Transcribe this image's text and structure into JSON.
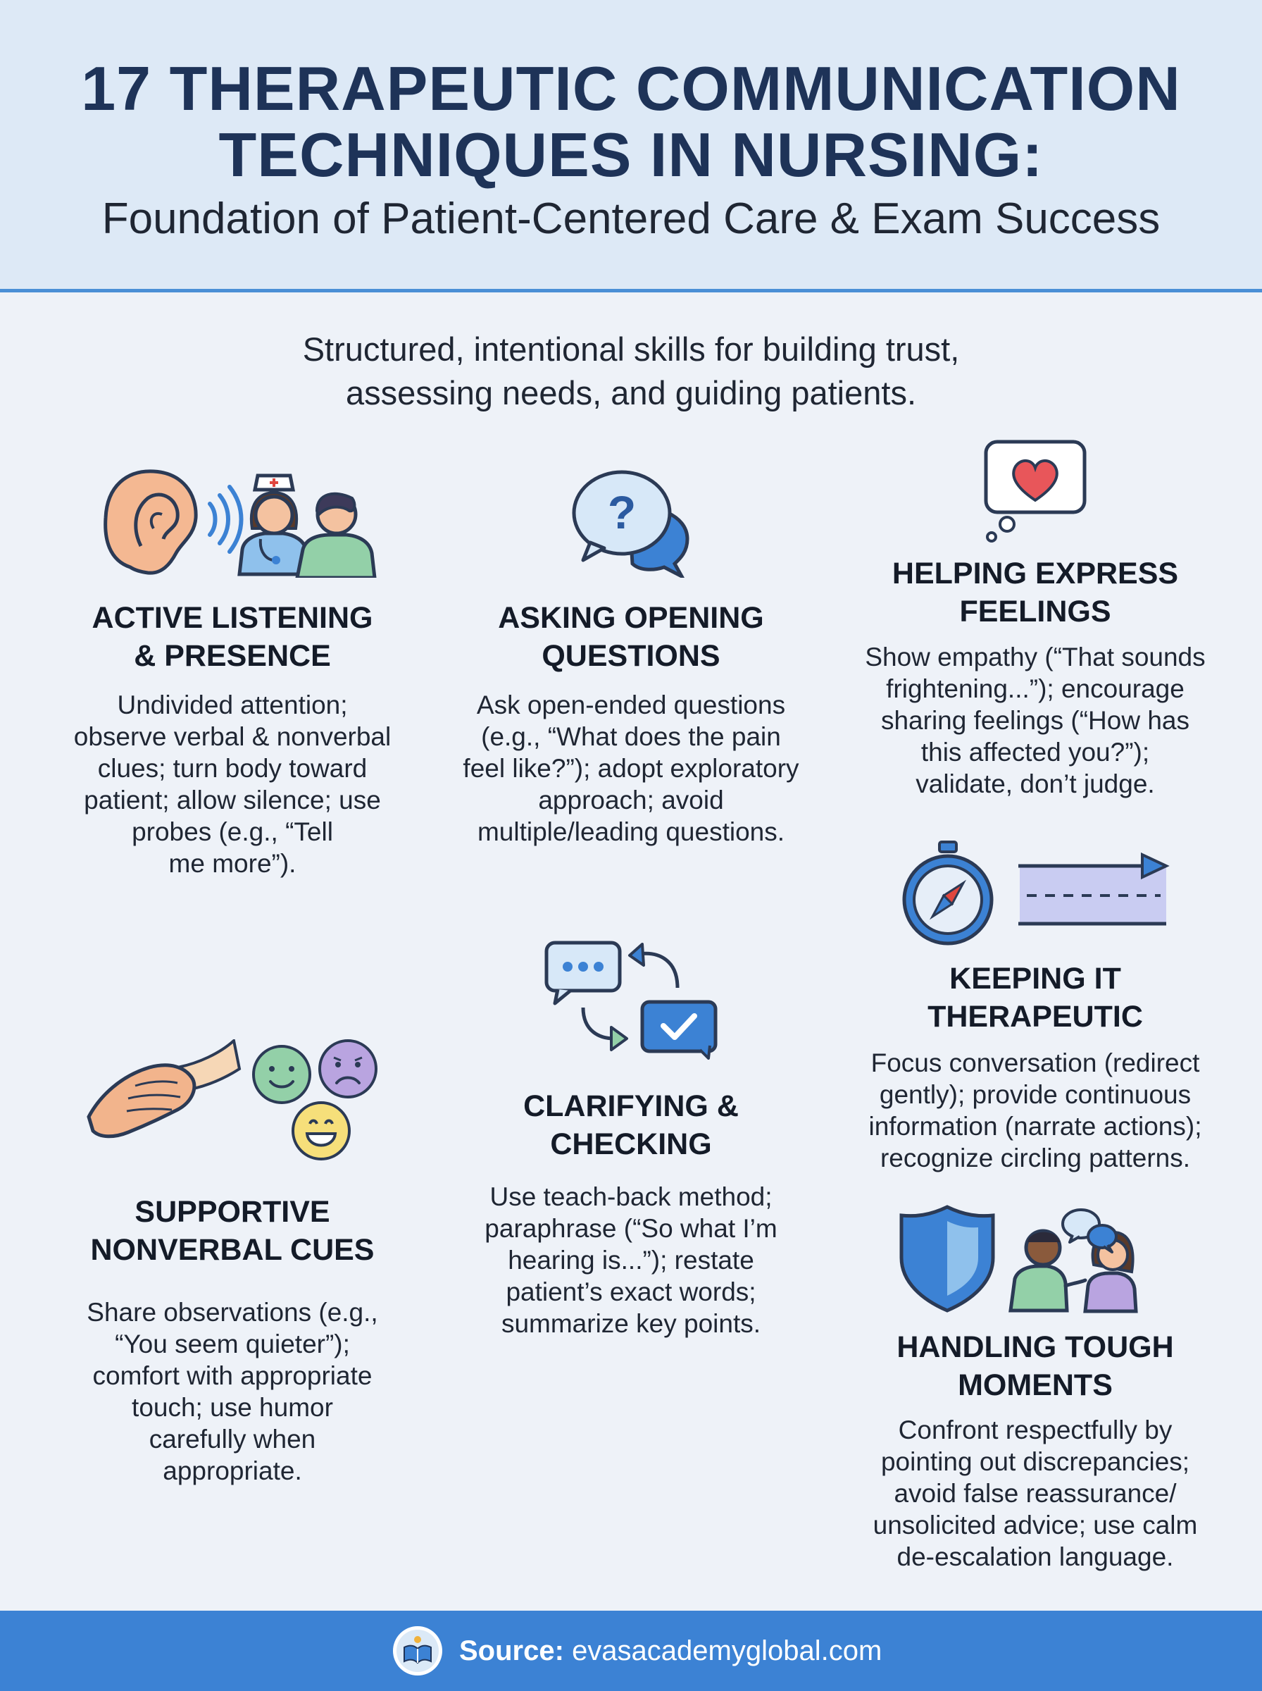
{
  "header": {
    "title_line1": "17 THERAPEUTIC COMMUNICATION",
    "title_line2": "TECHNIQUES IN NURSING:",
    "subtitle": "Foundation of Patient-Centered Care & Exam Success"
  },
  "intro": {
    "line1": "Structured, intentional skills for building trust,",
    "line2": "assessing needs, and guiding patients."
  },
  "sections": {
    "active_listening": {
      "title": "ACTIVE LISTENING\n& PRESENCE",
      "body": "Undivided attention;\nobserve verbal & nonverbal\nclues; turn body toward\npatient; allow silence; use\nprobes (e.g., “Tell\nme more”)."
    },
    "opening_questions": {
      "title": "ASKING OPENING\nQUESTIONS",
      "body": "Ask open-ended questions\n(e.g., “What does the pain\nfeel like?”); adopt exploratory\napproach; avoid\nmultiple/leading questions."
    },
    "express_feelings": {
      "title": "HELPING EXPRESS\nFEELINGS",
      "body": "Show empathy (“That sounds\nfrightening...”); encourage\nsharing feelings (“How has\nthis affected you?”);\nvalidate, don’t judge."
    },
    "keeping_therapeutic": {
      "title": "KEEPING IT\nTHERAPEUTIC",
      "body": "Focus conversation (redirect\ngently); provide continuous\ninformation (narrate actions);\nrecognize circling patterns."
    },
    "clarifying": {
      "title": "CLARIFYING &\nCHECKING",
      "body": "Use teach-back method;\nparaphrase (“So what I’m\nhearing is...”); restate\npatient’s exact words;\nsummarize key points."
    },
    "nonverbal": {
      "title": "SUPPORTIVE\nNONVERBAL CUES",
      "body": "Share observations (e.g.,\n“You seem quieter”);\ncomfort with appropriate\ntouch; use humor\ncarefully when\nappropriate."
    },
    "tough_moments": {
      "title": "HANDLING TOUGH\nMOMENTS",
      "body": "Confront respectfully by\npointing out discrepancies;\navoid false reassurance/\nunsolicited advice; use calm\nde-escalation language."
    }
  },
  "footer": {
    "source_label": "Source:",
    "source_value": "evasacademyglobal.com"
  },
  "icons": {
    "active_listening": [
      "ear-icon",
      "sound-waves-icon",
      "nurse-icon",
      "patient-icon"
    ],
    "opening_questions": [
      "question-bubble-icon"
    ],
    "express_feelings": [
      "heart-thought-bubble-icon"
    ],
    "keeping_therapeutic": [
      "compass-icon",
      "dashed-arrow-icon"
    ],
    "clarifying": [
      "chat-exchange-icon",
      "checkmark-bubble-icon"
    ],
    "nonverbal": [
      "holding-hands-icon",
      "emotion-faces-icon"
    ],
    "tough_moments": [
      "shield-icon",
      "conversation-people-icon"
    ],
    "footer": [
      "book-logo-icon"
    ]
  },
  "colors": {
    "header_bg": "#dde9f6",
    "title": "#1e3358",
    "accent_blue": "#3c82d4",
    "page_bg": "#eef2f8"
  }
}
